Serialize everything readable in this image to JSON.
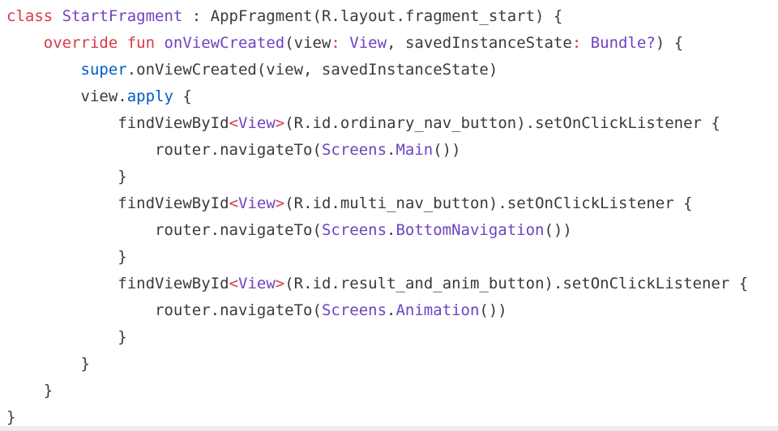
{
  "editor": {
    "colors": {
      "background": "#ffffff",
      "plain": "#3a3a3a",
      "keyword": "#d73a49",
      "declaration": "#6f42c1",
      "builtin": "#005cc5",
      "bottom_rule": "#eeeeee"
    },
    "lines": [
      {
        "indent": "",
        "tokens": [
          {
            "t": "class ",
            "c": "kw"
          },
          {
            "t": "StartFragment",
            "c": "fn"
          },
          {
            "t": " : AppFragment(R.layout.fragment_start) {",
            "c": "pl"
          }
        ]
      },
      {
        "indent": "    ",
        "tokens": [
          {
            "t": "override ",
            "c": "kw"
          },
          {
            "t": "fun ",
            "c": "kw"
          },
          {
            "t": "onViewCreated",
            "c": "fn"
          },
          {
            "t": "(view",
            "c": "pl"
          },
          {
            "t": ": ",
            "c": "op"
          },
          {
            "t": "View",
            "c": "ty"
          },
          {
            "t": ", savedInstanceState",
            "c": "pl"
          },
          {
            "t": ": ",
            "c": "op"
          },
          {
            "t": "Bundle?",
            "c": "ty"
          },
          {
            "t": ") {",
            "c": "pl"
          }
        ]
      },
      {
        "indent": "        ",
        "tokens": [
          {
            "t": "super",
            "c": "bl"
          },
          {
            "t": ".onViewCreated(view, savedInstanceState)",
            "c": "pl"
          }
        ]
      },
      {
        "indent": "        ",
        "tokens": [
          {
            "t": "view.",
            "c": "pl"
          },
          {
            "t": "apply",
            "c": "bl"
          },
          {
            "t": " {",
            "c": "pl"
          }
        ]
      },
      {
        "indent": "            ",
        "tokens": [
          {
            "t": "findViewById",
            "c": "pl"
          },
          {
            "t": "<",
            "c": "op"
          },
          {
            "t": "View",
            "c": "ty"
          },
          {
            "t": ">",
            "c": "op"
          },
          {
            "t": "(R.id.ordinary_nav_button).setOnClickListener {",
            "c": "pl"
          }
        ]
      },
      {
        "indent": "                ",
        "tokens": [
          {
            "t": "router.navigateTo(",
            "c": "pl"
          },
          {
            "t": "Screens",
            "c": "ty"
          },
          {
            "t": ".",
            "c": "pl"
          },
          {
            "t": "Main",
            "c": "ty"
          },
          {
            "t": "())",
            "c": "pl"
          }
        ]
      },
      {
        "indent": "            ",
        "tokens": [
          {
            "t": "}",
            "c": "pl"
          }
        ]
      },
      {
        "indent": "            ",
        "tokens": [
          {
            "t": "findViewById",
            "c": "pl"
          },
          {
            "t": "<",
            "c": "op"
          },
          {
            "t": "View",
            "c": "ty"
          },
          {
            "t": ">",
            "c": "op"
          },
          {
            "t": "(R.id.multi_nav_button).setOnClickListener {",
            "c": "pl"
          }
        ]
      },
      {
        "indent": "                ",
        "tokens": [
          {
            "t": "router.navigateTo(",
            "c": "pl"
          },
          {
            "t": "Screens",
            "c": "ty"
          },
          {
            "t": ".",
            "c": "pl"
          },
          {
            "t": "BottomNavigation",
            "c": "ty"
          },
          {
            "t": "())",
            "c": "pl"
          }
        ]
      },
      {
        "indent": "            ",
        "tokens": [
          {
            "t": "}",
            "c": "pl"
          }
        ]
      },
      {
        "indent": "            ",
        "tokens": [
          {
            "t": "findViewById",
            "c": "pl"
          },
          {
            "t": "<",
            "c": "op"
          },
          {
            "t": "View",
            "c": "ty"
          },
          {
            "t": ">",
            "c": "op"
          },
          {
            "t": "(R.id.result_and_anim_button).setOnClickListener {",
            "c": "pl"
          }
        ]
      },
      {
        "indent": "                ",
        "tokens": [
          {
            "t": "router.navigateTo(",
            "c": "pl"
          },
          {
            "t": "Screens",
            "c": "ty"
          },
          {
            "t": ".",
            "c": "pl"
          },
          {
            "t": "Animation",
            "c": "ty"
          },
          {
            "t": "())",
            "c": "pl"
          }
        ]
      },
      {
        "indent": "            ",
        "tokens": [
          {
            "t": "}",
            "c": "pl"
          }
        ]
      },
      {
        "indent": "        ",
        "tokens": [
          {
            "t": "}",
            "c": "pl"
          }
        ]
      },
      {
        "indent": "    ",
        "tokens": [
          {
            "t": "}",
            "c": "pl"
          }
        ]
      },
      {
        "indent": "",
        "tokens": [
          {
            "t": "}",
            "c": "pl"
          }
        ]
      }
    ]
  }
}
